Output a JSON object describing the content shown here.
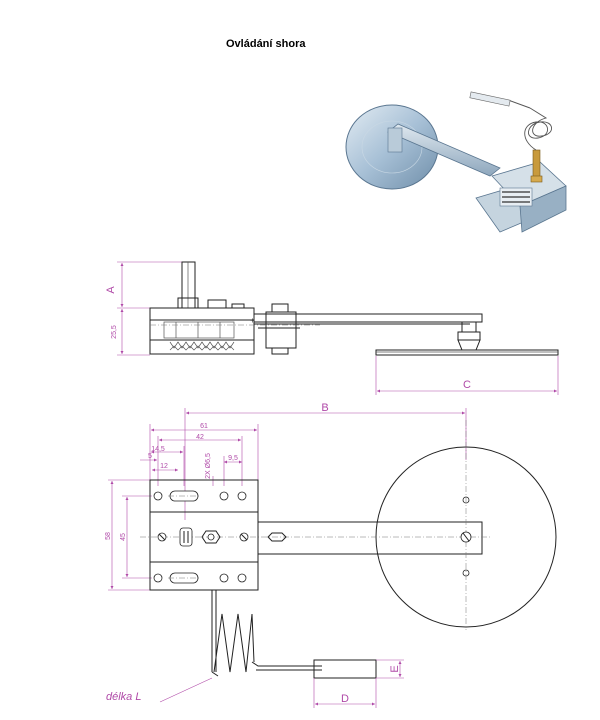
{
  "title": "Ovládání shora",
  "side_view": {
    "dims": {
      "A": "A",
      "h": "25,5",
      "C": "C"
    }
  },
  "top_view": {
    "dims": {
      "B": "B",
      "w61": "61",
      "w42": "42",
      "w14_5": "14,5",
      "w5": "5",
      "w12": "12",
      "holes": "2X Ø6,5",
      "w9_5": "9,5",
      "h58": "58",
      "h45": "45",
      "D": "D",
      "E": "E"
    },
    "capillary_label": "délka L"
  },
  "colors": {
    "dimension": "#b04aa8",
    "line": "#222222",
    "metal": "#9fb8cf"
  }
}
